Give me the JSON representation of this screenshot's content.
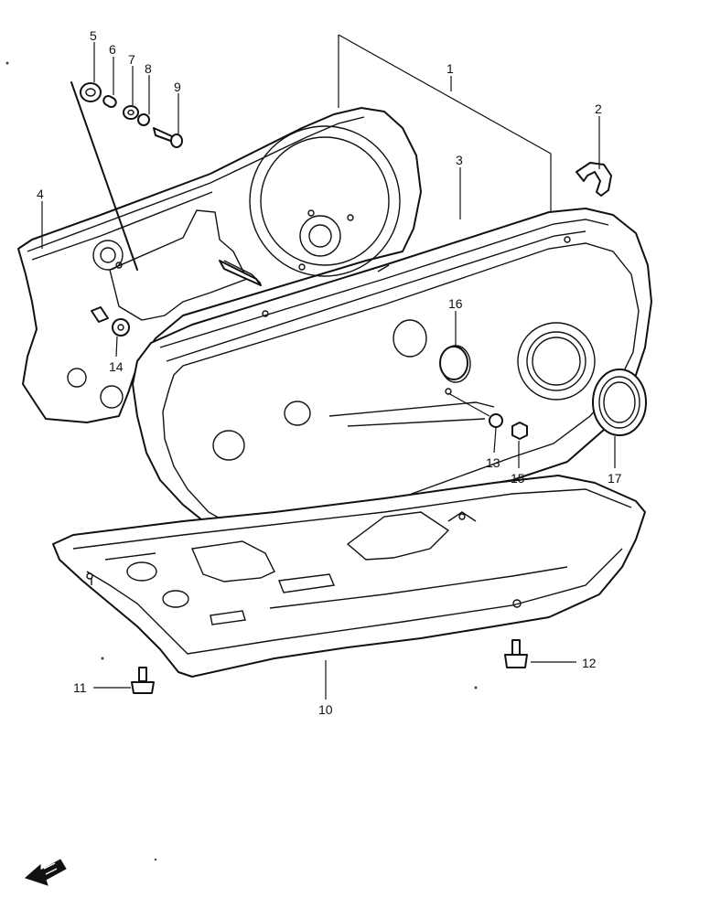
{
  "diagram": {
    "callouts": [
      {
        "id": "1",
        "label": "1"
      },
      {
        "id": "2",
        "label": "2"
      },
      {
        "id": "3",
        "label": "3"
      },
      {
        "id": "4",
        "label": "4"
      },
      {
        "id": "5",
        "label": "5"
      },
      {
        "id": "6",
        "label": "6"
      },
      {
        "id": "7",
        "label": "7"
      },
      {
        "id": "8",
        "label": "8"
      },
      {
        "id": "9",
        "label": "9"
      },
      {
        "id": "10",
        "label": "10"
      },
      {
        "id": "11",
        "label": "11"
      },
      {
        "id": "12",
        "label": "12"
      },
      {
        "id": "13",
        "label": "13"
      },
      {
        "id": "14",
        "label": "14"
      },
      {
        "id": "15",
        "label": "15"
      },
      {
        "id": "16",
        "label": "16"
      },
      {
        "id": "17",
        "label": "17"
      }
    ],
    "front_arrow_icon": "front-direction-arrow-icon"
  }
}
